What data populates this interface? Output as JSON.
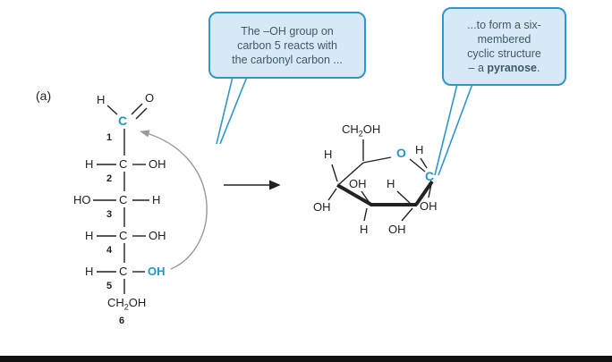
{
  "colors": {
    "accent_blue": "#2196c8",
    "bubble_fill": "#d8e9f6",
    "bubble_border": "#2e96c8",
    "bubble_text": "#3d5a68",
    "bond_black": "#222222",
    "arrow_gray": "#999999"
  },
  "figure_label": "(a)",
  "callout_left": {
    "line1": "The –OH group on",
    "line2": "carbon 5 reacts with",
    "line3": "the carbonyl carbon ..."
  },
  "callout_right": {
    "line1": "...to form a six-",
    "line2": "membered",
    "line3": "cyclic structure",
    "line4_pre": "– a ",
    "line4_bold": "pyranose",
    "line4_post": "."
  },
  "fischer": {
    "h_top": "H",
    "o_top": "O",
    "c1": "C",
    "num1": "1",
    "rows": [
      {
        "left": "H",
        "center": "C",
        "right": "OH",
        "num": "2"
      },
      {
        "left": "HO",
        "center": "C",
        "right": "H",
        "num": "3"
      },
      {
        "left": "H",
        "center": "C",
        "right": "OH",
        "num": "4"
      },
      {
        "left": "H",
        "center": "C",
        "right": "OH",
        "num": "5"
      }
    ],
    "c6": {
      "pre": "CH",
      "sub": "2",
      "post": "OH"
    },
    "num6": "6"
  },
  "haworth": {
    "ch2oh": {
      "pre": "CH",
      "sub": "2",
      "post": "OH"
    },
    "ring_o": "O",
    "ring_c1": "C",
    "h_c4_up": "H",
    "oh_c4_down": "OH",
    "oh_c3_up": "OH",
    "h_c3_down": "H",
    "h_c2_up": "H",
    "oh_c2_down": "OH",
    "h_c1_up": "H",
    "oh_c1_down": "OH"
  }
}
